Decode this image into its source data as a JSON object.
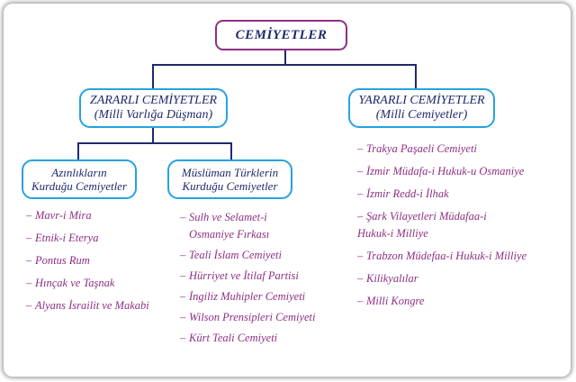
{
  "root": {
    "label": "CEMİYETLER"
  },
  "harmful": {
    "title": "ZARARLI CEMİYETLER",
    "subtitle": "(Milli Varlığa Düşman)"
  },
  "useful": {
    "title": "YARARLI CEMİYETLER",
    "subtitle": "(Milli Cemiyetler)"
  },
  "minority": {
    "line1": "Azınlıkların",
    "line2": "Kurduğu Cemiyetler"
  },
  "muslim": {
    "line1": "Müslüman Türklerin",
    "line2": "Kurduğu Cemiyetler"
  },
  "minority_items": [
    "Mavr-i Mira",
    "Etnik-i Eterya",
    "Pontus Rum",
    "Hınçak ve Taşnak",
    "Alyans İsrailit ve Makabi"
  ],
  "muslim_items": [
    {
      "a": "Sulh ve Selamet-i",
      "b": "Osmaniye Fırkası"
    },
    {
      "a": "Teali İslam Cemiyeti"
    },
    {
      "a": "Hürriyet ve İtilaf  Partisi"
    },
    {
      "a": "İngiliz Muhipler Cemiyeti"
    },
    {
      "a": "Wilson Prensipleri Cemiyeti"
    },
    {
      "a": "Kürt Teali Cemiyeti"
    }
  ],
  "useful_items": [
    {
      "a": "Trakya Paşaeli Cemiyeti"
    },
    {
      "a": "İzmir Müdafa-i Hukuk-u Osmaniye"
    },
    {
      "a": "İzmir Redd-i İlhak"
    },
    {
      "a": "Şark Vilayetleri Müdafaa-i",
      "b": "Hukuk-i Milliye"
    },
    {
      "a": "Trabzon Müdefaa-i Hukuk-i Milliye"
    },
    {
      "a": "Kilikyalılar"
    },
    {
      "a": "Milli Kongre"
    }
  ],
  "colors": {
    "purple": "#8e2f84",
    "blue_border": "#25a2e0",
    "navy": "#1f2a6b"
  },
  "icons": {
    "bullet": "–"
  }
}
